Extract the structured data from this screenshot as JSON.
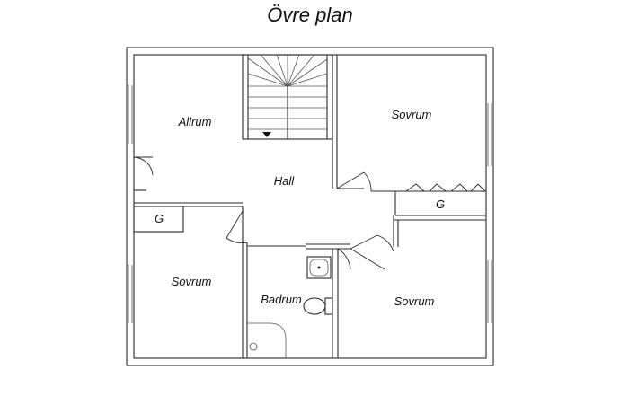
{
  "title": "Övre plan",
  "rooms": {
    "allrum": "Allrum",
    "sovrum_top_right": "Sovrum",
    "hall": "Hall",
    "garderob_right": "G",
    "garderob_left": "G",
    "sovrum_left": "Sovrum",
    "badrum": "Badrum",
    "sovrum_bottom_right": "Sovrum"
  }
}
